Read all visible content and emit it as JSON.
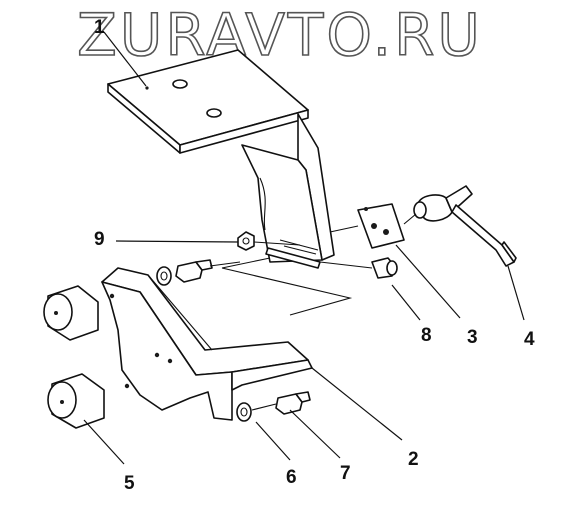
{
  "watermark": "ZURAVTO.RU",
  "callouts": [
    {
      "id": "1",
      "label": "1"
    },
    {
      "id": "2",
      "label": "2"
    },
    {
      "id": "3",
      "label": "3"
    },
    {
      "id": "4",
      "label": "4"
    },
    {
      "id": "5",
      "label": "5"
    },
    {
      "id": "6",
      "label": "6"
    },
    {
      "id": "7",
      "label": "7"
    },
    {
      "id": "8",
      "label": "8"
    },
    {
      "id": "9",
      "label": "9"
    }
  ]
}
